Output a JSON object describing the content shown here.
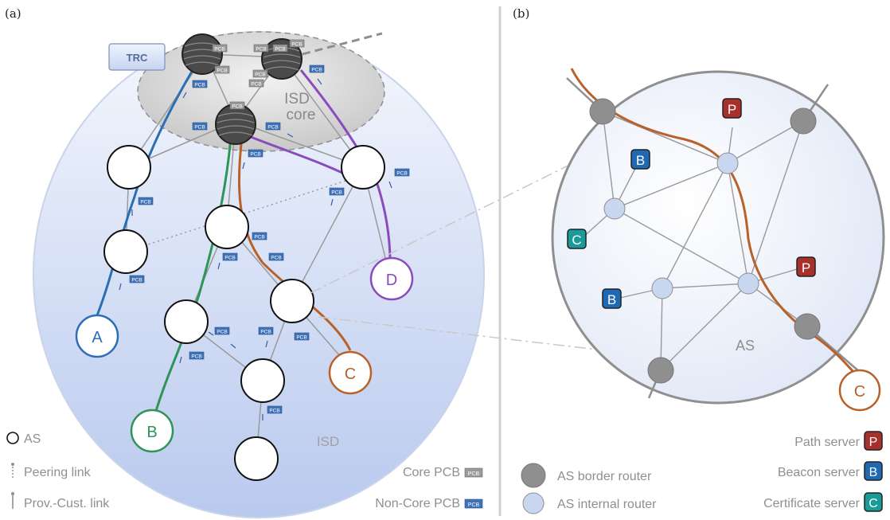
{
  "panel_a": {
    "label": "(a)",
    "trc": "TRC",
    "isd_core": [
      "ISD",
      "core"
    ],
    "pcb": "PCB",
    "as_a": "A",
    "as_b": "B",
    "as_c": "C",
    "as_d": "D",
    "isd": "ISD",
    "legend": {
      "as": "AS",
      "peering": "Peering link",
      "provcust": "Prov.-Cust. link",
      "core_pcb": "Core PCB",
      "noncore_pcb": "Non-Core PCB"
    }
  },
  "panel_b": {
    "label": "(b)",
    "as": "AS",
    "as_c": "C",
    "P": "P",
    "B": "B",
    "C": "C",
    "legend": {
      "path_server": "Path  server",
      "beacon_server": "Beacon server",
      "cert_server": "Certificate server",
      "border_router": "AS border router",
      "internal_router": "AS internal router"
    }
  },
  "colors": {
    "blue": "#2a6fb5",
    "green": "#2e9457",
    "orange": "#b7622b",
    "purple": "#8a4bbd",
    "path_server": "#a8302b",
    "beacon_server": "#1f69b3",
    "cert_server": "#1b9a9a"
  }
}
